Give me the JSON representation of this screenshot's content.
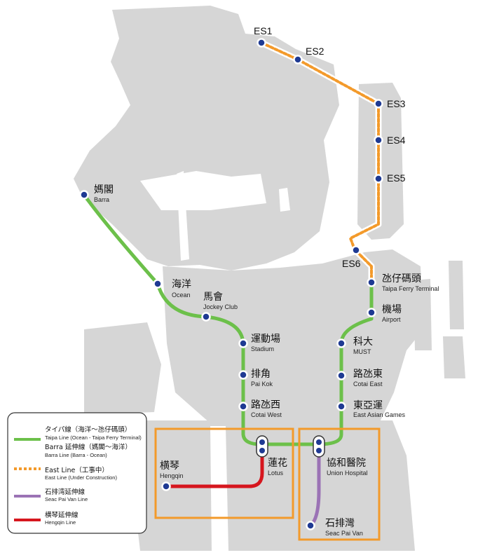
{
  "colors": {
    "land": "#d6d6d6",
    "taipa_line": "#6cc04a",
    "east_line": "#f39a2b",
    "seac_pai_van_line": "#9b73b5",
    "hengqin_line": "#d6161e",
    "interchange_box": "#f39a2b",
    "station_fill": "#1f3a93"
  },
  "stations": {
    "barra": {
      "zh": "媽閣",
      "en": "Barra"
    },
    "ocean": {
      "zh": "海洋",
      "en": "Ocean"
    },
    "jockey": {
      "zh": "馬會",
      "en": "Jockey Club"
    },
    "stadium": {
      "zh": "運動場",
      "en": "Stadium"
    },
    "paikok": {
      "zh": "排角",
      "en": "Pai Kok"
    },
    "cotaiw": {
      "zh": "路氹西",
      "en": "Cotai West"
    },
    "lotus": {
      "zh": "蓮花",
      "en": "Lotus"
    },
    "hengqin": {
      "zh": "横琴",
      "en": "Hengqin"
    },
    "union": {
      "zh": "協和醫院",
      "en": "Union Hospital"
    },
    "seac": {
      "zh": "石排灣",
      "en": "Seac Pai Van"
    },
    "eag": {
      "zh": "東亞運",
      "en": "East Asian Games"
    },
    "cotaie": {
      "zh": "路氹東",
      "en": "Cotai East"
    },
    "must": {
      "zh": "科大",
      "en": "MUST"
    },
    "airport": {
      "zh": "機場",
      "en": "Airport"
    },
    "ferry": {
      "zh": "氹仔碼頭",
      "en": "Taipa Ferry Terminal"
    },
    "es1": {
      "label": "ES1"
    },
    "es2": {
      "label": "ES2"
    },
    "es3": {
      "label": "ES3"
    },
    "es4": {
      "label": "ES4"
    },
    "es5": {
      "label": "ES5"
    },
    "es6": {
      "label": "ES6"
    }
  },
  "legend": {
    "taipa": {
      "zh1": "タイパ線（海洋～氹仔碼頭）",
      "en1": "Taipa Line (Ocean - Taipa Ferry Terminal)",
      "zh2": "Barra 延伸線（媽閣～海洋）",
      "en2": "Barra Line (Barra - Ocean)"
    },
    "east": {
      "zh": "East Line（工事中）",
      "en": "East Line (Under Construction)"
    },
    "seac": {
      "zh": "石排湾延伸線",
      "en": "Seac Pai Van Line"
    },
    "hengqin": {
      "zh": "横琴延伸線",
      "en": "Hengqin Line"
    }
  }
}
